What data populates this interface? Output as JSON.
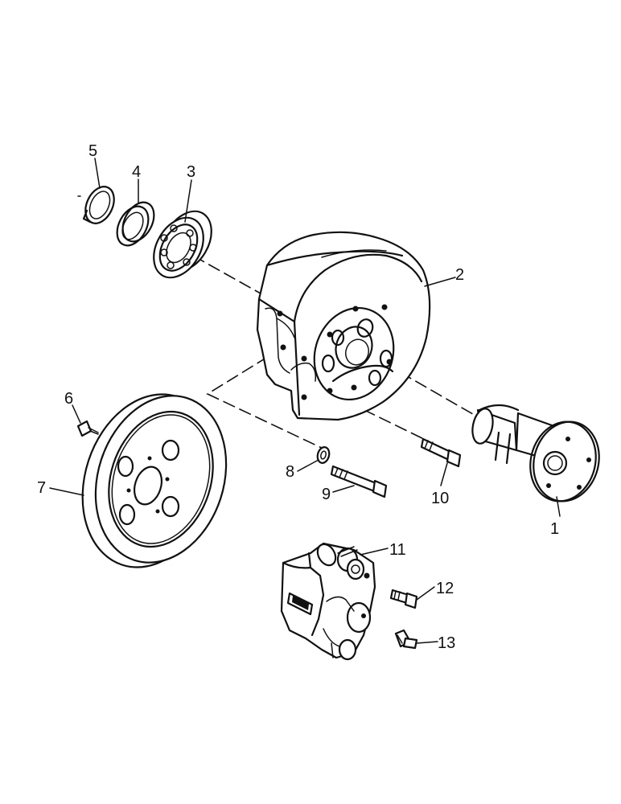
{
  "parts": [
    {
      "id": "part-1",
      "label": "1"
    },
    {
      "id": "part-2",
      "label": "2"
    },
    {
      "id": "part-3",
      "label": "3"
    },
    {
      "id": "part-4",
      "label": "4"
    },
    {
      "id": "part-5",
      "label": "5"
    },
    {
      "id": "part-6",
      "label": "6"
    },
    {
      "id": "part-7",
      "label": "7"
    },
    {
      "id": "part-8",
      "label": "8"
    },
    {
      "id": "part-9",
      "label": "9"
    },
    {
      "id": "part-10",
      "label": "10"
    },
    {
      "id": "part-11",
      "label": "11"
    },
    {
      "id": "part-12",
      "label": "12"
    },
    {
      "id": "part-13",
      "label": "13"
    }
  ],
  "icons": {
    "shaft": "splined-shaft-icon",
    "housing": "brake-housing-icon",
    "bearing": "ball-bearing-icon",
    "disc": "brake-disc-icon",
    "caliper": "brake-caliper-icon"
  }
}
